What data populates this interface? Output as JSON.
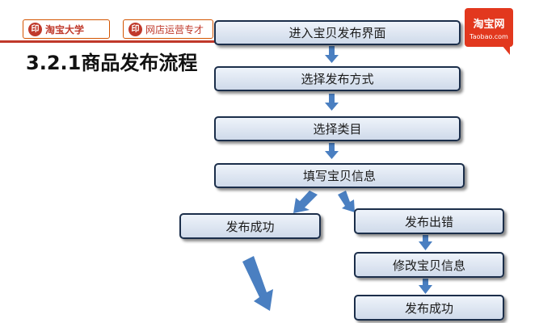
{
  "header": {
    "brand_name": "淘宝大学",
    "course_name": "网店运营专才",
    "logo_main": "淘宝网",
    "logo_sub": "Taobao.com",
    "accent_color": "#c0392b"
  },
  "title": "3.2.1商品发布流程",
  "flow": {
    "steps": [
      "进入宝贝发布界面",
      "选择发布方式",
      "选择类目",
      "填写宝贝信息"
    ],
    "success_branch": "发布成功",
    "error_branch": {
      "steps": [
        "发布出错",
        "修改宝贝信息",
        "发布成功"
      ]
    },
    "arrow_color": "#4a7fc1"
  }
}
